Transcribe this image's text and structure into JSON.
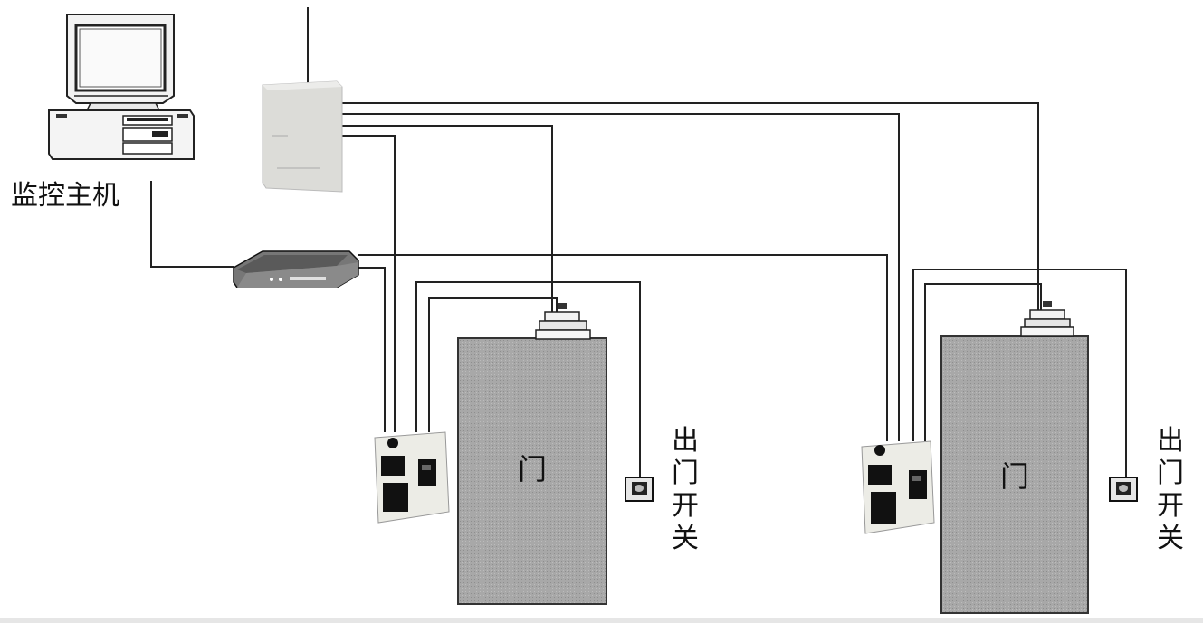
{
  "labels": {
    "host": "监控主机",
    "door_left": "门",
    "door_right": "门",
    "exit_switch_left": [
      "出",
      "门",
      "开",
      "关"
    ],
    "exit_switch_right": [
      "出",
      "门",
      "开",
      "关"
    ]
  },
  "colors": {
    "line": "#222222",
    "door_fill": "#a9a9a9",
    "panel_fill": "#e9e9e4",
    "controller_fill": "#dcdcd8",
    "background": "#ffffff"
  },
  "icons": [
    "monitor-icon",
    "pc-tower-icon",
    "network-switch-icon",
    "controller-box-icon",
    "card-reader-icon",
    "electric-lock-icon",
    "exit-button-icon",
    "door-icon"
  ]
}
